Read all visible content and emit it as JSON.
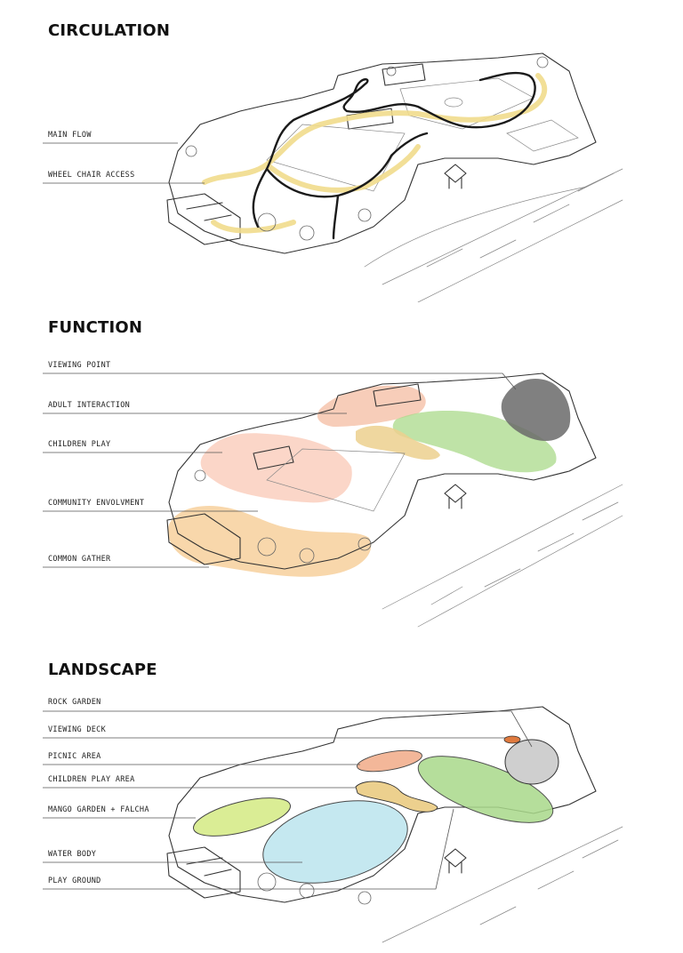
{
  "panels": {
    "circulation": {
      "title": "CIRCULATION",
      "labels": [
        "MAIN FLOW",
        "WHEEL CHAIR ACCESS"
      ]
    },
    "function": {
      "title": "FUNCTION",
      "labels": [
        "VIEWING POINT",
        "ADULT INTERACTION",
        "CHILDREN PLAY",
        "COMMUNITY ENVOLVMENT",
        "COMMON GATHER"
      ]
    },
    "landscape": {
      "title": "LANDSCAPE",
      "labels": [
        "ROCK GARDEN",
        "VIEWING DECK",
        "PICNIC AREA",
        "CHILDREN PLAY AREA",
        "MANGO GARDEN + FALCHA",
        "WATER BODY",
        "PLAY GROUND"
      ]
    }
  },
  "colors": {
    "main_flow": "#1a1a1a",
    "wheelchair": "#f1dc8c",
    "adult": "#f4b89b",
    "children": "#f9c4b0",
    "community": "#f6c98f",
    "green": "#a9d98a",
    "rock": "#6a6a6a",
    "water": "#bfe6ef",
    "mango": "#d6ec8a",
    "picnic": "#f2b08f",
    "playarea": "#ecd08e",
    "deck": "#e07a3e"
  }
}
